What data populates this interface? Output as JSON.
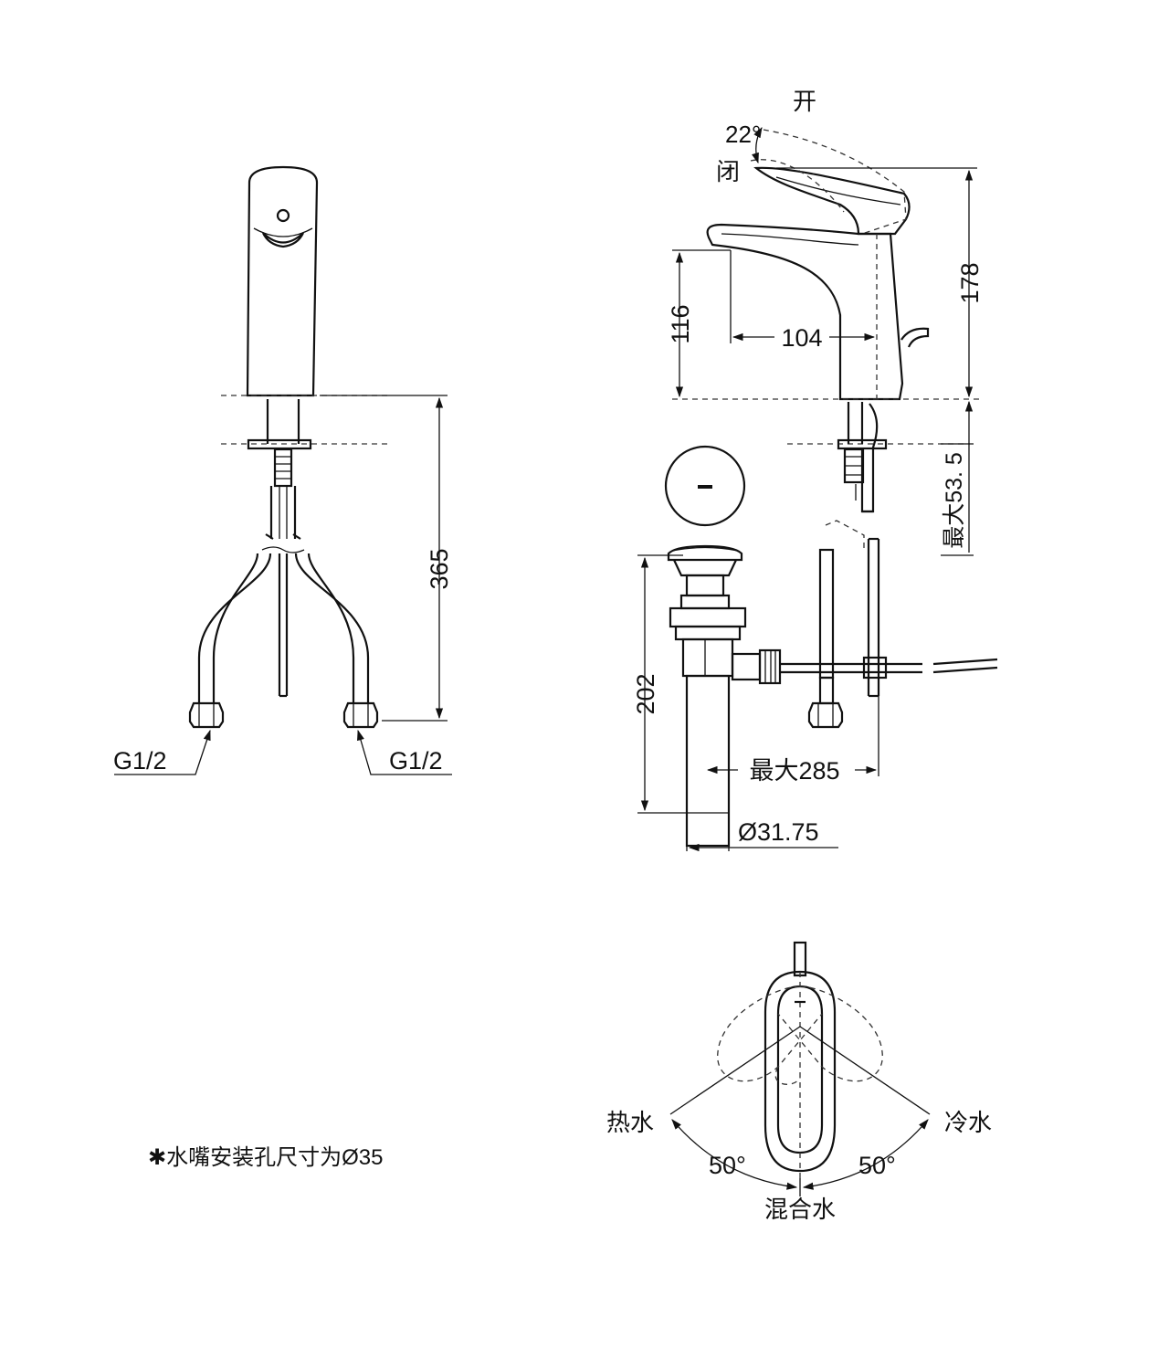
{
  "front_view": {
    "dim_height": "365",
    "inlet_left": "G1/2",
    "inlet_right": "G1/2"
  },
  "side_view": {
    "handle_open": "开",
    "handle_closed": "闭",
    "handle_angle": "22°",
    "dim_total_height": "178",
    "dim_spout_height": "116",
    "dim_spout_reach": "104",
    "dim_max_deck": "最大53. 5",
    "dim_drain_height": "202",
    "dim_max_pull_rod": "最大285",
    "dim_drain_diameter": "Ø31.75"
  },
  "top_view": {
    "hot_label": "热水",
    "cold_label": "冷水",
    "mixed_label": "混合水",
    "left_angle": "50°",
    "right_angle": "50°"
  },
  "note": {
    "text": "✱水嘴安装孔尺寸为Ø35"
  }
}
